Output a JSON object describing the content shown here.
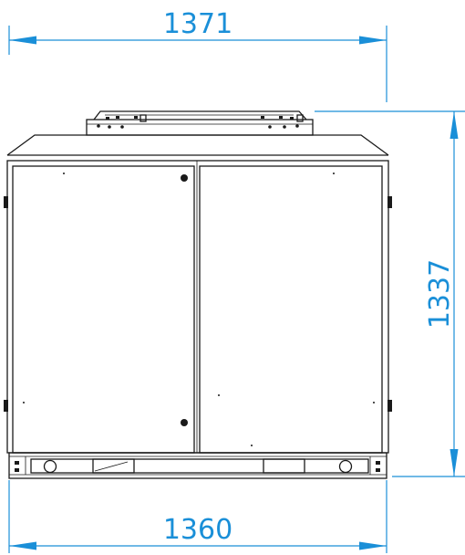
{
  "dimensions": {
    "top_width": "1371",
    "bottom_width": "1360",
    "height": "1337"
  },
  "colors": {
    "dimension": "#1a8fd8",
    "outline": "#1a1a1a"
  }
}
